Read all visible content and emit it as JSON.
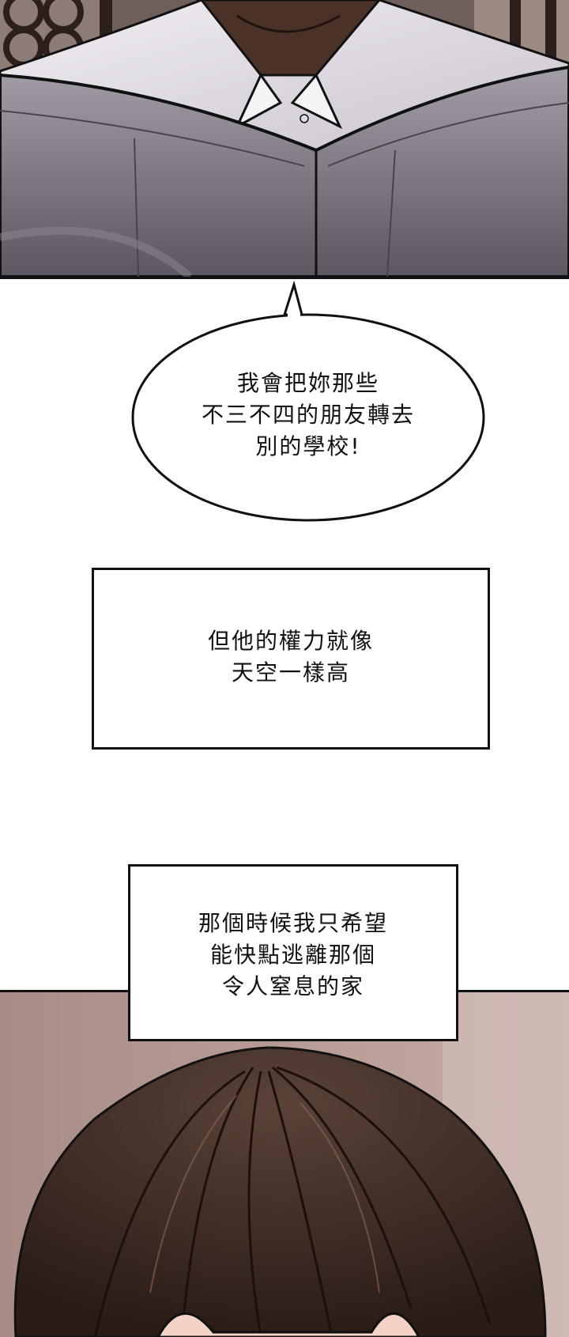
{
  "speech_bubble": {
    "lines": [
      "我會把妳那些",
      "不三不四的朋友轉去",
      "別的學校!"
    ]
  },
  "caption_1": {
    "lines": [
      "但他的權力就像",
      "天空一樣高"
    ]
  },
  "caption_2": {
    "lines": [
      "那個時候我只希望",
      "能快點逃離那個",
      "令人窒息的家"
    ]
  },
  "colors": {
    "shirt": "#e6e1e8",
    "newspaper": "#7d7680",
    "skin": "#3f2b22",
    "window_frame": "#3a2a25",
    "background_wall": "#b79a94",
    "hair": "#3b2a24"
  }
}
